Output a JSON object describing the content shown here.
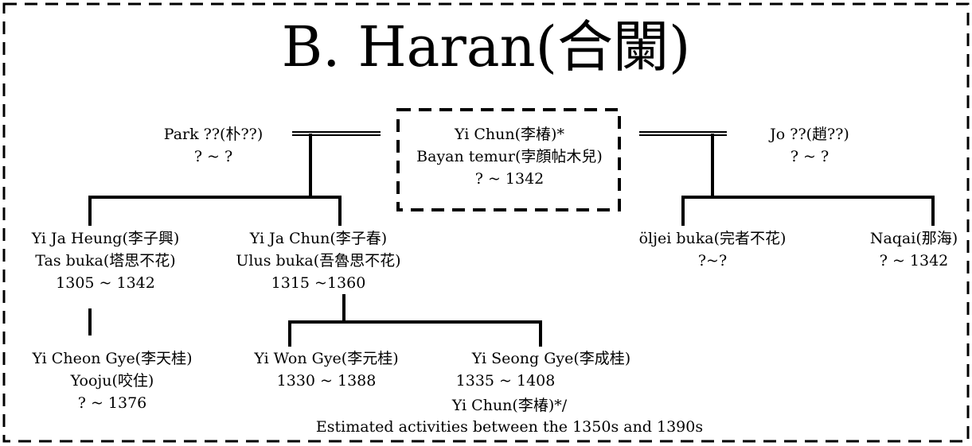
{
  "title": "B. Haran(合闌)",
  "persons": {
    "yi_chun": {
      "name": "Yi Chun(李椿)*",
      "alias": "Bayan temur(孛顔帖木兒)",
      "dates": "? ~ 1342"
    },
    "park": {
      "name": "Park ??(朴??)",
      "dates": "? ~ ?"
    },
    "jo": {
      "name": "Jo ??(趙??)",
      "dates": "? ~ ?"
    },
    "yi_ja_heung": {
      "name": "Yi Ja Heung(李子興)",
      "alias": "Tas buka(塔思不花)",
      "dates": "1305 ~ 1342"
    },
    "yi_ja_chun": {
      "name": "Yi Ja Chun(李子春)",
      "alias": "Ulus buka(吾魯思不花)",
      "dates": "1315 ~1360"
    },
    "oljei_buka": {
      "name": "öljei buka(完者不花)",
      "dates": "?~?"
    },
    "naqai": {
      "name": "Naqai(那海)",
      "dates": "? ~ 1342"
    },
    "yi_cheon_gye": {
      "name": "Yi Cheon Gye(李天桂)",
      "alias": "Yooju(咬住)",
      "dates": "? ~ 1376"
    },
    "yi_won_gye": {
      "name": "Yi Won Gye(李元桂)",
      "dates": "1330 ~ 1388"
    },
    "yi_seong_gye": {
      "name": "Yi Seong Gye(李成桂)",
      "dates": "1335 ~ 1408"
    }
  },
  "footnote": {
    "line1": "Yi Chun(李椿)*/",
    "line2": "Estimated activities between the 1350s and 1390s"
  }
}
